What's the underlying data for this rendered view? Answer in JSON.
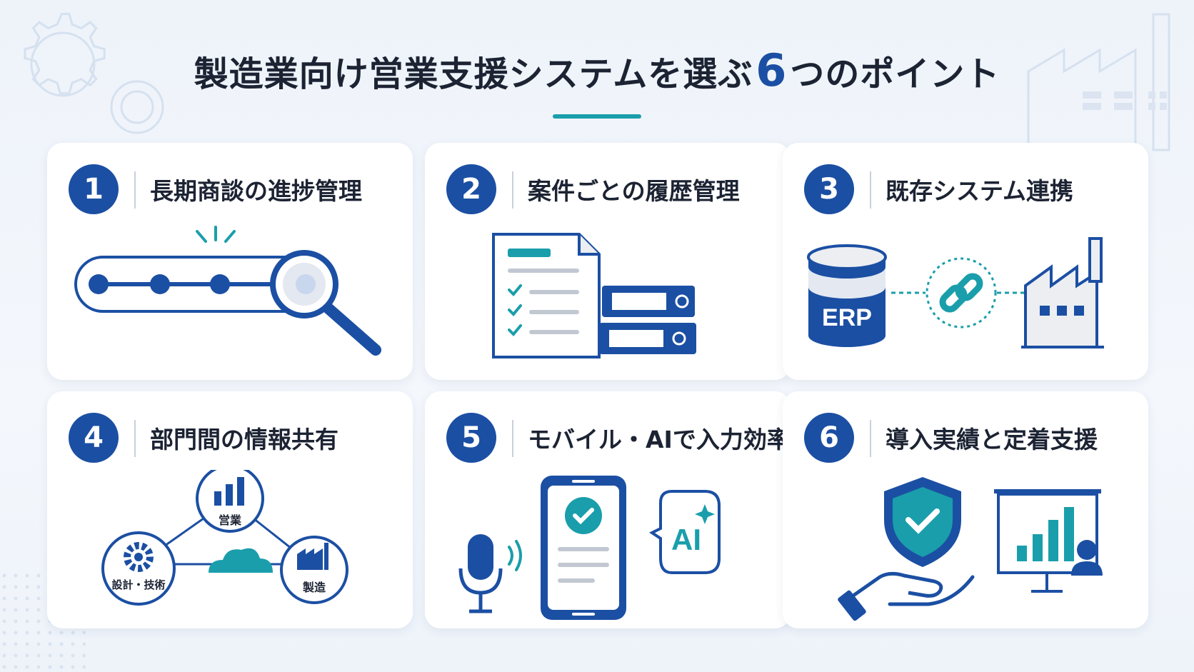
{
  "title": {
    "text": "製造業向け営業支援システムを選ぶ",
    "highlight": "6",
    "suffix": "つのポイント"
  },
  "points": [
    {
      "number": "1",
      "title": "長期商談の進捗管理"
    },
    {
      "number": "2",
      "title": "案件ごとの履歴管理"
    },
    {
      "number": "3",
      "title": "既存システム連携",
      "labels": {
        "erp": "ERP"
      }
    },
    {
      "number": "4",
      "title": "部門間の情報共有",
      "labels": {
        "sales": "営業",
        "design": "設計・技術",
        "manufacturing": "製造"
      }
    },
    {
      "number": "5",
      "title": "モバイル・AIで入力効率化",
      "labels": {
        "ai": "AI"
      }
    },
    {
      "number": "6",
      "title": "導入実績と定着支援"
    }
  ],
  "colors": {
    "navy": "#1b4fa3",
    "teal": "#1a9eab",
    "gray": "#eceef2",
    "text": "#1c2333"
  }
}
